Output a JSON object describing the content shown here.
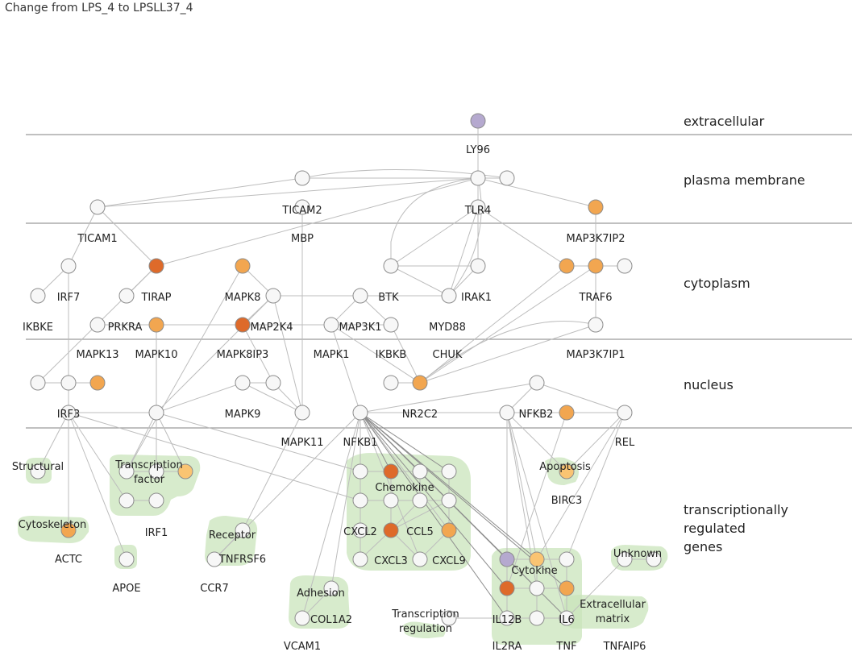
{
  "title": "Change from LPS_4 to LPSLL37_4",
  "colors": {
    "none": "#f7f7f7",
    "light": "#fac472",
    "mid": "#f2a650",
    "dark": "#de6a2a",
    "purple": "#b5a9cf",
    "group": "#c9e4bb"
  },
  "layers": [
    {
      "name": "extracellular"
    },
    {
      "name": "plasma membrane"
    },
    {
      "name": "cytoplasm"
    },
    {
      "name": "nucleus"
    },
    {
      "name": "transcriptionally regulated genes",
      "lines": [
        "transcriptionally",
        "regulated",
        "genes"
      ]
    }
  ],
  "labels": [
    "LY96",
    "TICAM2",
    "TLR4",
    "TICAM1",
    "MBP",
    "MAP3K7IP2",
    "IRF7",
    "TIRAP",
    "MAPK8",
    "BTK",
    "IRAK1",
    "TRAF6",
    "IKBKE",
    "PRKRA",
    "MAP2K4",
    "MAP3K1",
    "MYD88",
    "MAPK13",
    "MAPK10",
    "MAPK8IP3",
    "MAPK1",
    "IKBKB",
    "CHUK",
    "MAP3K7IP1",
    "IRF3",
    "MAPK9",
    "NR2C2",
    "NFKB2",
    "MAPK11",
    "NFKB1",
    "REL",
    "IRF1",
    "ACTC",
    "APOE",
    "CCR7",
    "TNFRSF6",
    "CXCL2",
    "CCL5",
    "CXCL3",
    "CXCL9",
    "BIRC3",
    "COL1A2",
    "VCAM1",
    "IL12B",
    "IL6",
    "IL2RA",
    "TNF",
    "TNFAIP6"
  ],
  "groups": [
    "Structural",
    "Transcription factor",
    "Cytoskeleton",
    "Receptor",
    "Chemokine",
    "Apoptosis",
    "Adhesion",
    "Transcription regulation",
    "Cytokine",
    "Unknown",
    "Extracellular matrix"
  ],
  "groups_split": {
    "Transcription factor": [
      "Transcription",
      "factor"
    ],
    "Transcription regulation": [
      "Transcription",
      "regulation"
    ],
    "Extracellular matrix": [
      "Extracellular",
      "matrix"
    ]
  }
}
